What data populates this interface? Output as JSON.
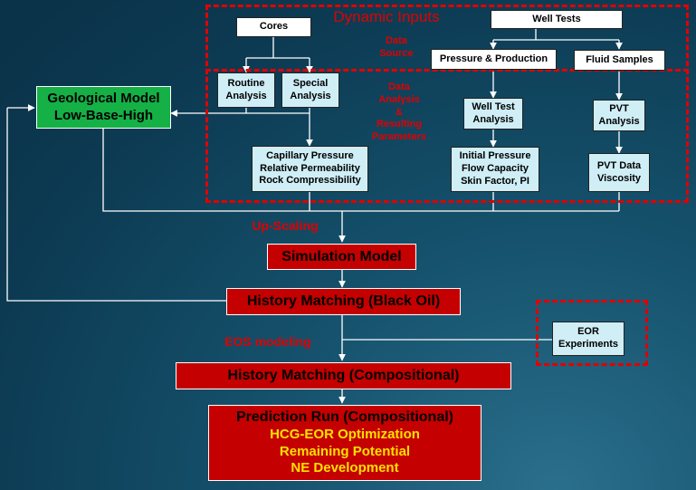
{
  "labels": {
    "dynamic_inputs": "Dynamic Inputs",
    "data_source": "Data\nSource",
    "data_analysis": "Data\nAnalysis\n&\nResulting\nParameters",
    "up_scaling": "Up-Scaling",
    "eos_modeling": "EOS modeling"
  },
  "boxes": {
    "cores": "Cores",
    "well_tests": "Well Tests",
    "pressure_production": "Pressure & Production",
    "fluid_samples": "Fluid Samples",
    "routine_analysis": "Routine\nAnalysis",
    "special_analysis": "Special\nAnalysis",
    "well_test_analysis": "Well Test\nAnalysis",
    "pvt_analysis": "PVT\nAnalysis",
    "geological_model": "Geological Model\nLow-Base-High",
    "cap_pressure": "Capillary Pressure\nRelative Permeability\nRock Compressibility",
    "initial_pressure": "Initial Pressure\nFlow Capacity\nSkin Factor, PI",
    "pvt_data": "PVT Data\nViscosity",
    "simulation_model": "Simulation Model",
    "hm_black_oil": "History Matching (Black Oil)",
    "eor_experiments": "EOR\nExperiments",
    "hm_compositional": "History Matching (Compositional)"
  },
  "prediction": {
    "title": "Prediction Run (Compositional)",
    "items": [
      "HCG-EOR Optimization",
      "Remaining Potential",
      "NE Development"
    ]
  },
  "colors": {
    "accent_red": "#e00000",
    "box_red": "#c40000",
    "box_green": "#15b046",
    "box_cyan": "#cfeef6",
    "highlight_yellow": "#ffe000"
  }
}
